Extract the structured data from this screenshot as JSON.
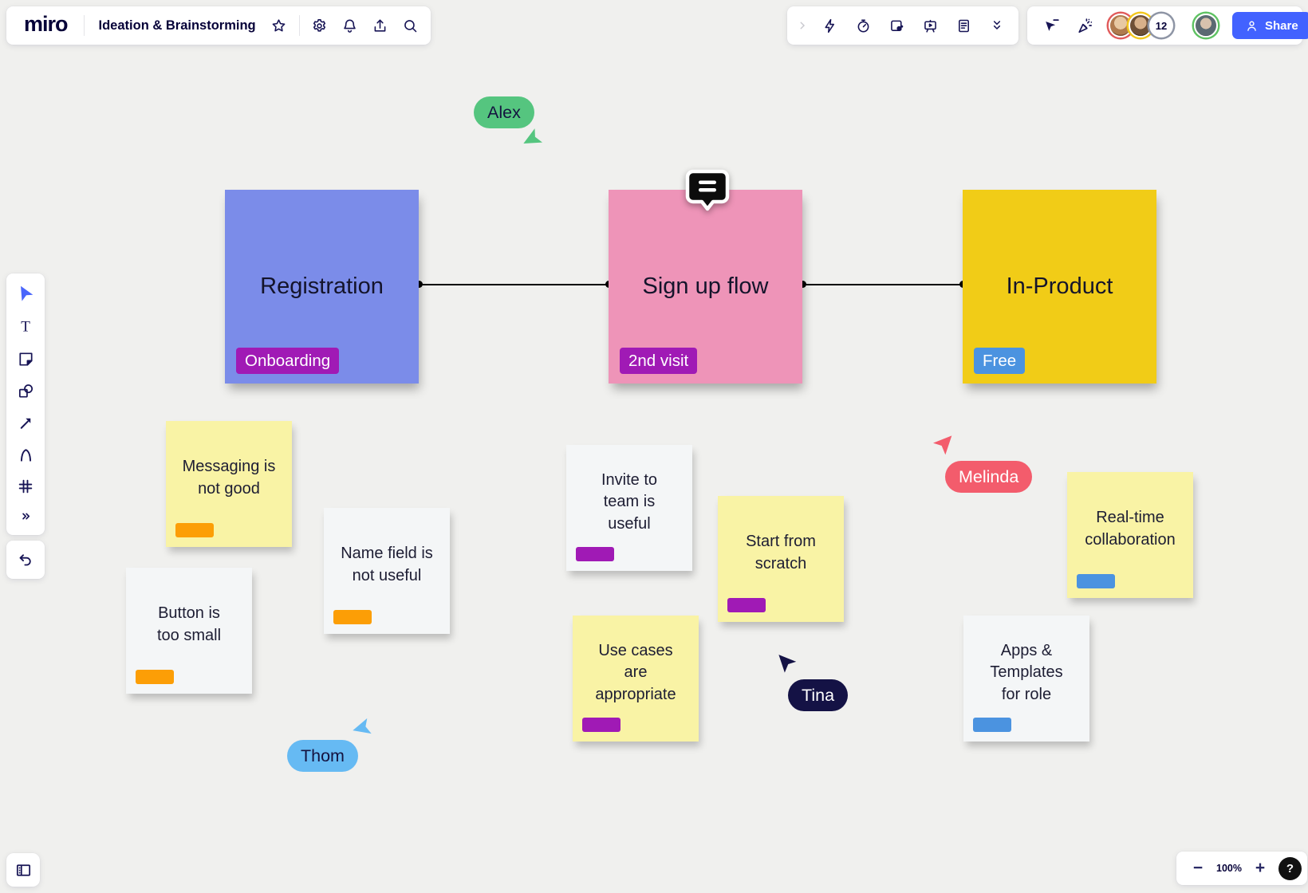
{
  "header": {
    "logo": "miro",
    "board_title": "Ideation & Brainstorming",
    "icons": [
      "star-icon",
      "settings-gear-icon",
      "notifications-bell-icon",
      "export-icon",
      "search-icon"
    ]
  },
  "tools_panel": {
    "icons": [
      "expand-chevron-icon",
      "reactions-lightning-icon",
      "timer-icon",
      "cards-icon",
      "presentation-icon",
      "notes-doc-icon",
      "collapse-chevrons-icon"
    ]
  },
  "collab_panel": {
    "icons": [
      "follow-cursor-icon",
      "celebrate-icon"
    ],
    "hidden_count": "12",
    "share_label": "Share"
  },
  "left_toolbar": {
    "tools": [
      "select-tool",
      "text-tool",
      "sticky-note-tool",
      "shapes-tool",
      "arrow-tool",
      "pen-tool",
      "frame-tool",
      "more-tools"
    ],
    "active_tool": "select-tool",
    "undo": "undo-icon"
  },
  "board": {
    "flow_notes": [
      {
        "text": "Registration",
        "tag": "Onboarding",
        "color": "#7b8ce9",
        "tag_color": "#a01ab5"
      },
      {
        "text": "Sign up flow",
        "tag": "2nd visit",
        "color": "#ee94b8",
        "tag_color": "#a01ab5"
      },
      {
        "text": "In-Product",
        "tag": "Free",
        "color": "#f1cc17",
        "tag_color": "#4b93e0"
      }
    ],
    "sticky_notes": [
      {
        "text": "Messaging is\nnot good",
        "color": "#f9f3a5",
        "tag_color": "#fc9e06"
      },
      {
        "text": "Name field is\nnot useful",
        "color": "#f4f6f7",
        "tag_color": "#fc9e06"
      },
      {
        "text": "Button is\ntoo small",
        "color": "#f4f6f7",
        "tag_color": "#fc9e06"
      },
      {
        "text": "Invite to\nteam is\nuseful",
        "color": "#f4f6f7",
        "tag_color": "#a01ab5"
      },
      {
        "text": "Start from\nscratch",
        "color": "#f9f3a5",
        "tag_color": "#a01ab5"
      },
      {
        "text": "Use cases\nare\nappropriate",
        "color": "#f9f3a5",
        "tag_color": "#a01ab5"
      },
      {
        "text": "Real-time\ncollaboration",
        "color": "#f9f3a5",
        "tag_color": "#4b93e0"
      },
      {
        "text": "Apps  &\nTemplates\nfor role",
        "color": "#f4f6f7",
        "tag_color": "#4b93e0"
      }
    ],
    "comment_marker": "comment-bubble-icon",
    "cursors": [
      {
        "name": "Alex",
        "color": "#55c57f"
      },
      {
        "name": "Melinda",
        "color": "#f35c6c"
      },
      {
        "name": "Tina",
        "color": "#141245"
      },
      {
        "name": "Thom",
        "color": "#66baf3"
      }
    ]
  },
  "bottom_bar": {
    "frames_icon": "frames-panel-icon",
    "zoom_out": "−",
    "zoom_level": "100%",
    "zoom_in": "+",
    "help": "?"
  },
  "colors": {
    "canvas_bg": "#f0f0ee",
    "ink": "#050038",
    "accent_blue": "#4262ff",
    "note_blue": "#7b8ce9",
    "note_pink": "#ee94b8",
    "note_yellow": "#f1cc17",
    "note_pale_yellow": "#f9f3a5",
    "note_white": "#f4f6f7",
    "tag_purple": "#a01ab5",
    "tag_orange": "#fc9e06",
    "tag_blue": "#4b93e0"
  }
}
